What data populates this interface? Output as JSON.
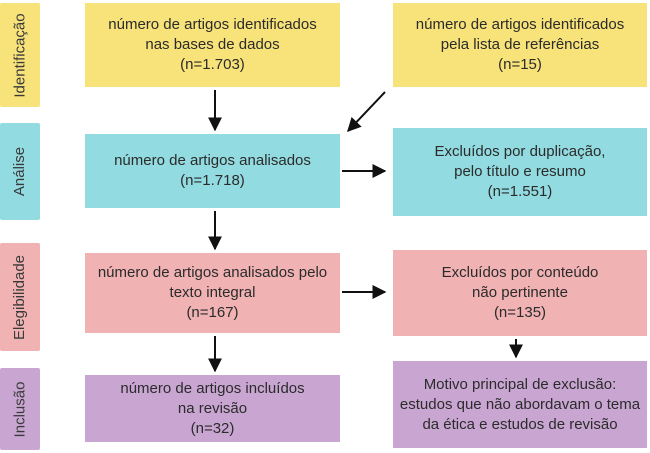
{
  "stages": {
    "identificacao": "Identificação",
    "analise": "Análise",
    "elegibilidade": "Elegibilidade",
    "inclusao": "Inclusão"
  },
  "boxes": {
    "identified_db": [
      "número de artigos identificados",
      "nas bases de dados",
      "(n=1.703)"
    ],
    "identified_refs": [
      "número de artigos identificados",
      "pela lista de referências",
      "(n=15)"
    ],
    "analyzed": [
      "número de artigos analisados",
      "(n=1.718)"
    ],
    "excluded_dup": [
      "Excluídos por duplicação,",
      "pelo título e resumo",
      "(n=1.551)"
    ],
    "full_text": [
      "número de artigos analisados pelo",
      "texto integral",
      "(n=167)"
    ],
    "excluded_content": [
      "Excluídos por conteúdo",
      "não pertinente",
      "(n=135)"
    ],
    "included": [
      "número de artigos incluídos",
      "na revisão",
      "(n=32)"
    ],
    "exclusion_reason": [
      "Motivo principal de exclusão:",
      "estudos que não abordavam o tema",
      "da ética e estudos de revisão"
    ]
  },
  "colors": {
    "yellow": "#f7e37a",
    "cyan": "#92dbe0",
    "pink": "#f0b2b3",
    "purple": "#c9a6d2",
    "arrow": "#111111"
  }
}
